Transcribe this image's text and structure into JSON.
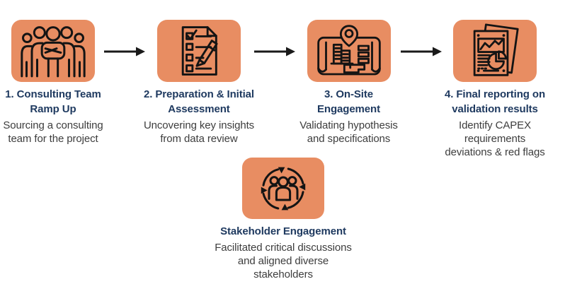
{
  "diagram": {
    "steps": [
      {
        "title": "1. Consulting Team\nRamp Up",
        "description": "Sourcing a consulting\nteam for the project",
        "icon": "consulting-team-icon"
      },
      {
        "title": "2. Preparation & Initial\nAssessment",
        "description": "Uncovering key insights\nfrom data review",
        "icon": "checklist-pen-icon"
      },
      {
        "title": "3. On-Site\nEngagement",
        "description": "Validating hypothesis\nand specifications",
        "icon": "site-map-pin-icon"
      },
      {
        "title": "4. Final reporting on\nvalidation results",
        "description": "Identify CAPEX requirements\ndeviations & red flags",
        "icon": "report-charts-icon"
      }
    ],
    "supporting": {
      "title": "Stakeholder Engagement",
      "description": "Facilitated critical discussions\nand aligned diverse stakeholders",
      "icon": "stakeholder-cycle-icon"
    },
    "colors": {
      "tile_background": "#E88D62",
      "title_text": "#1F3A60",
      "body_text": "#3D3D3D",
      "arrow": "#1A1A1A",
      "icon_stroke": "#141414",
      "page_background": "#FFFFFF"
    }
  }
}
